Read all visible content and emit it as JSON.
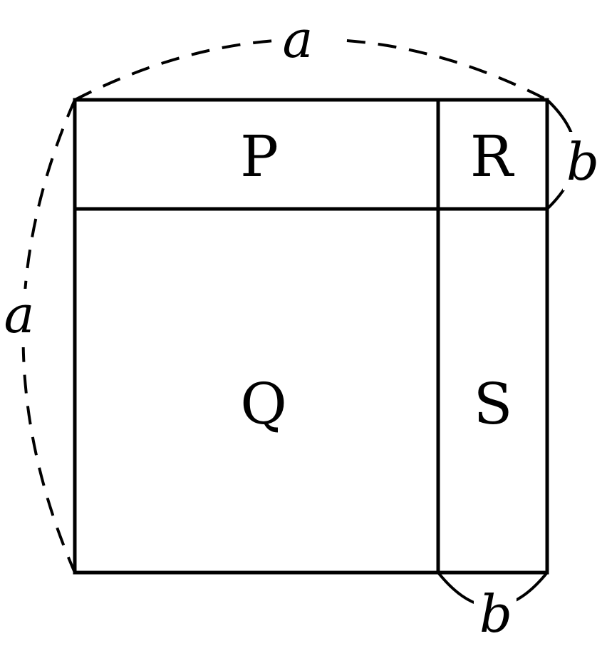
{
  "diagram": {
    "regions": {
      "p": "P",
      "q": "Q",
      "r": "R",
      "s": "S"
    },
    "dimensions": {
      "top_side": "a",
      "left_side": "a",
      "right_side": "b",
      "bottom_side": "b"
    },
    "colors": {
      "stroke": "#000000",
      "background": "#ffffff"
    }
  }
}
